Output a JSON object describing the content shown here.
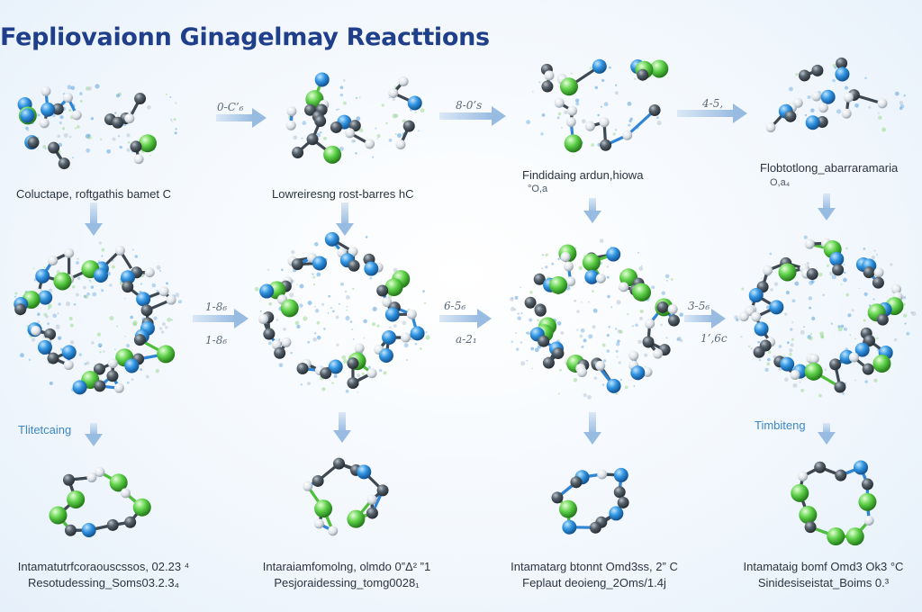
{
  "title": "Fepliovaionn Ginagelmay Reacttions",
  "colors": {
    "title": "#1f3f8a",
    "carbon": "#4a5560",
    "hydrogen": "#d7dde3",
    "nitrogen": "#2f86d6",
    "chlorine": "#52c43f",
    "arrow": "#a9c4e6"
  },
  "top_row": {
    "arrow_labels": [
      "0-C’₆",
      "8-0’s",
      "4-5,"
    ],
    "captions": [
      "Coluctape, roftgathis bamet C",
      "Lowreiresng rost-barres hC"
    ],
    "notes": [
      {
        "text": "Findidaing ardun,hiowa",
        "sub": "°O,a"
      },
      {
        "text": "Flobtotlong_abarraramaria",
        "sub": "O,a₄"
      }
    ]
  },
  "middle_row": {
    "arrow_labels": [
      {
        "upper": "1-8₆",
        "lower": "1-8₆"
      },
      {
        "upper": "6-5₆",
        "lower": "a-2₁"
      },
      {
        "upper": "3-5₆",
        "lower": "1’,6c"
      }
    ],
    "side_labels": [
      "Tlitetcaing",
      "Timbiteng"
    ]
  },
  "bottom_row": {
    "captions": [
      {
        "line1": "Intamatutrfcoraouscssos, 02.23 ⁴",
        "line2": "Resotudessing_Soms03.2.3₄"
      },
      {
        "line1": "Intaraiamfomolng, olmdo 0”Δ² ”1",
        "line2": "Pesjoraidessing_tomg0028₁"
      },
      {
        "line1": "Intamatarg btonnt Omd3ss, 2” C",
        "line2": "Feplaut deoieng_2Oms/1.4j"
      },
      {
        "line1": "Intamataig bomf Omd3 Ok3 °C",
        "line2": "Sinidesiseistat_Boims 0.³"
      }
    ]
  }
}
